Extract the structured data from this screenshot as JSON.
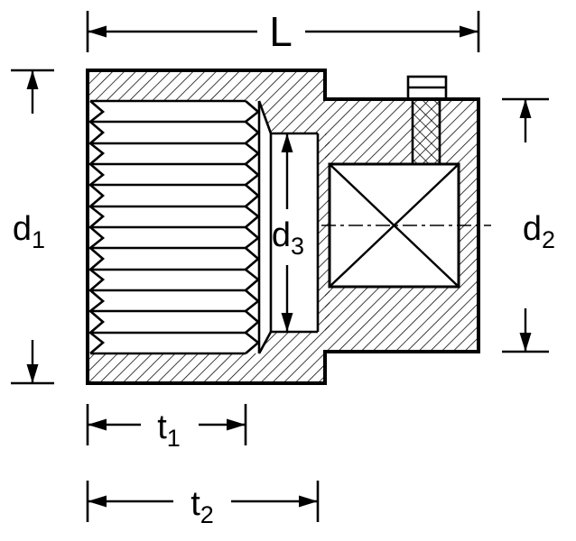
{
  "diagram": {
    "background_color": "#ffffff",
    "line_color": "#000000",
    "labels": {
      "L": {
        "base": "L",
        "sub": ""
      },
      "d1": {
        "base": "d",
        "sub": "1"
      },
      "d2": {
        "base": "d",
        "sub": "2"
      },
      "d3": {
        "base": "d",
        "sub": "3"
      },
      "t1": {
        "base": "t",
        "sub": "1"
      },
      "t2": {
        "base": "t",
        "sub": "2"
      }
    }
  }
}
